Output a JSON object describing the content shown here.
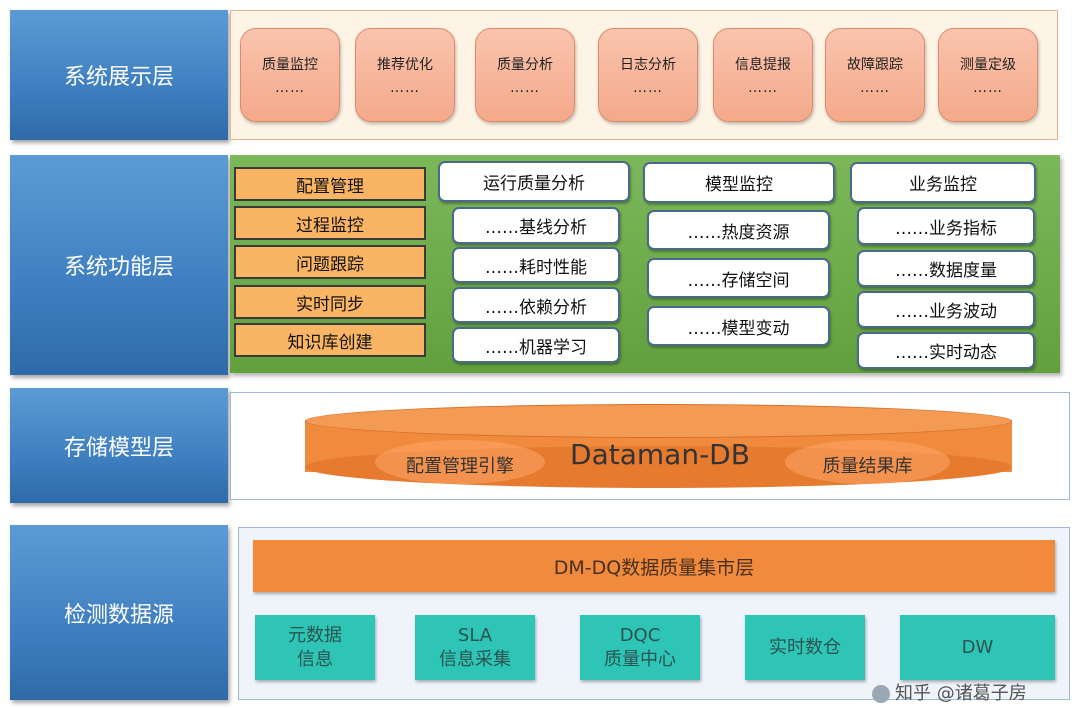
{
  "layers": {
    "display": {
      "label": "系统展示层",
      "items": [
        {
          "title": "质量监控",
          "dots": "……"
        },
        {
          "title": "推荐优化",
          "dots": "……"
        },
        {
          "title": "质量分析",
          "dots": "……"
        },
        {
          "title": "日志分析",
          "dots": "……"
        },
        {
          "title": "信息提报",
          "dots": "……"
        },
        {
          "title": "故障跟踪",
          "dots": "……"
        },
        {
          "title": "测量定级",
          "dots": "……"
        }
      ]
    },
    "function": {
      "label": "系统功能层",
      "management": [
        "配置管理",
        "过程监控",
        "问题跟踪",
        "实时同步",
        "知识库创建"
      ],
      "groups": [
        {
          "title": "运行质量分析",
          "items": [
            "……基线分析",
            "……耗时性能",
            "……依赖分析",
            "……机器学习"
          ]
        },
        {
          "title": "模型监控",
          "items": [
            "……热度资源",
            "……存储空间",
            "……模型变动"
          ]
        },
        {
          "title": "业务监控",
          "items": [
            "……业务指标",
            "……数据度量",
            "……业务波动",
            "……实时动态"
          ]
        }
      ]
    },
    "storage": {
      "label": "存储模型层",
      "db": "Dataman-DB",
      "left": "配置管理引擎",
      "right": "质量结果库"
    },
    "source": {
      "label": "检测数据源",
      "mart": "DM-DQ数据质量集市层",
      "items": [
        {
          "l1": "元数据",
          "l2": "信息"
        },
        {
          "l1": "SLA",
          "l2": "信息采集"
        },
        {
          "l1": "DQC",
          "l2": "质量中心"
        },
        {
          "l1": "实时数仓",
          "l2": ""
        },
        {
          "l1": "DW",
          "l2": ""
        }
      ]
    }
  },
  "watermark": "知乎 @诸葛子房",
  "colors": {
    "label_blue": "#3f7fc0",
    "pink": "#f4a98a",
    "green": "#6aaa4a",
    "orange": "#f08a3c",
    "teal": "#2ec4b6"
  }
}
